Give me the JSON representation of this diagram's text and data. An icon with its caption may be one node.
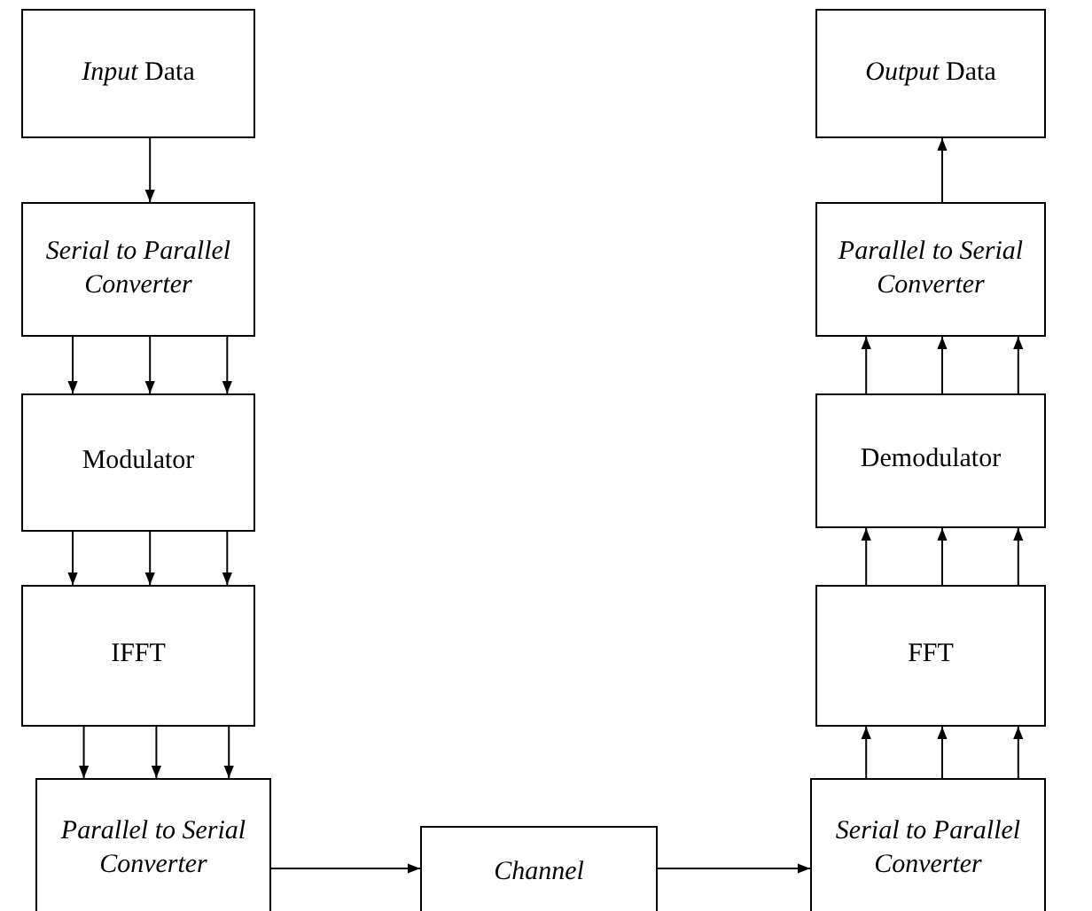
{
  "diagram": {
    "nodes": [
      {
        "text": [
          "*Input* Data"
        ]
      },
      {
        "text": [
          "Serial to Parallel Converter"
        ]
      },
      {
        "text": [
          "Modulator"
        ]
      },
      {
        "text": [
          "IFFT"
        ]
      },
      {
        "text": [
          "Parallel to Serial Converter"
        ]
      },
      {
        "text": [
          "Channel"
        ]
      },
      {
        "text": [
          "Serial to Parallel Converter"
        ]
      },
      {
        "text": [
          "FFT"
        ]
      },
      {
        "text": [
          "Demodulator"
        ]
      },
      {
        "text": [
          "Parallel to Serial Converter"
        ]
      },
      {
        "text": [
          "*Output* Data"
        ]
      }
    ],
    "edges": [
      {
        "from": 0,
        "to": 1,
        "arrow": "to"
      },
      {
        "from": 1,
        "to": 2,
        "arrow": "to"
      },
      {
        "from": 1,
        "to": 2,
        "arrow": "to"
      },
      {
        "from": 1,
        "to": 2,
        "arrow": "to"
      },
      {
        "from": 2,
        "to": 3,
        "arrow": "to"
      },
      {
        "from": 2,
        "to": 3,
        "arrow": "to"
      },
      {
        "from": 2,
        "to": 3,
        "arrow": "to"
      },
      {
        "from": 3,
        "to": 4,
        "arrow": "to"
      },
      {
        "from": 3,
        "to": 4,
        "arrow": "to"
      },
      {
        "from": 3,
        "to": 4,
        "arrow": "to"
      },
      {
        "from": 4,
        "to": 5,
        "arrow": "to"
      },
      {
        "from": 5,
        "to": 6,
        "arrow": "to"
      },
      {
        "from": 6,
        "to": 7,
        "arrow": "to"
      },
      {
        "from": 6,
        "to": 7,
        "arrow": "to"
      },
      {
        "from": 6,
        "to": 7,
        "arrow": "to"
      },
      {
        "from": 7,
        "to": 8,
        "arrow": "to"
      },
      {
        "from": 7,
        "to": 8,
        "arrow": "to"
      },
      {
        "from": 7,
        "to": 8,
        "arrow": "to"
      },
      {
        "from": 8,
        "to": 9,
        "arrow": "to"
      },
      {
        "from": 8,
        "to": 9,
        "arrow": "to"
      },
      {
        "from": 8,
        "to": 9,
        "arrow": "to"
      },
      {
        "from": 9,
        "to": 10,
        "arrow": "to"
      }
    ]
  }
}
